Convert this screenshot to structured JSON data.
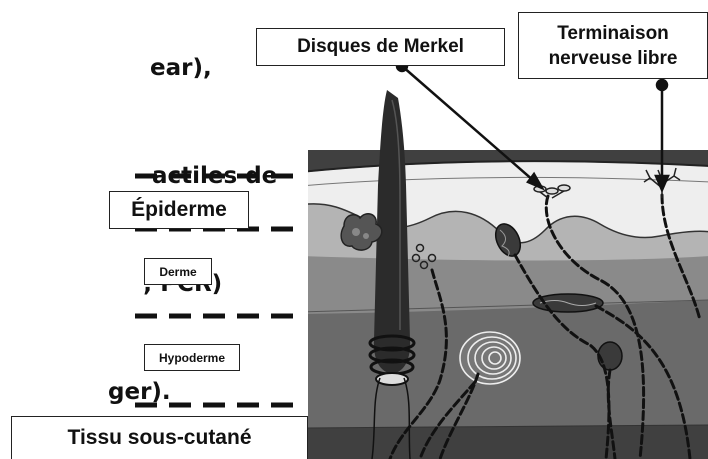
{
  "partial_text": {
    "line1": "ear),",
    "line2": "actiles de",
    "line3": "; PCR)",
    "line4": "ger)."
  },
  "labels": {
    "merkel": "Disques de Merkel",
    "terminaison_line1": "Terminaison",
    "terminaison_line2": "nerveuse libre",
    "epiderme": "Épiderme",
    "derme": "Derme",
    "hypoderme": "Hypoderme",
    "tissu": "Tissu sous-cutané"
  },
  "colors": {
    "epidermis": "#eeeeee",
    "dermis_upper": "#b4b4b4",
    "dermis_lower": "#8a8a8a",
    "hypodermis": "#6a6a6a",
    "subcutaneous": "#404040",
    "hair": "#2b2b2b",
    "nerve": "#111111"
  }
}
